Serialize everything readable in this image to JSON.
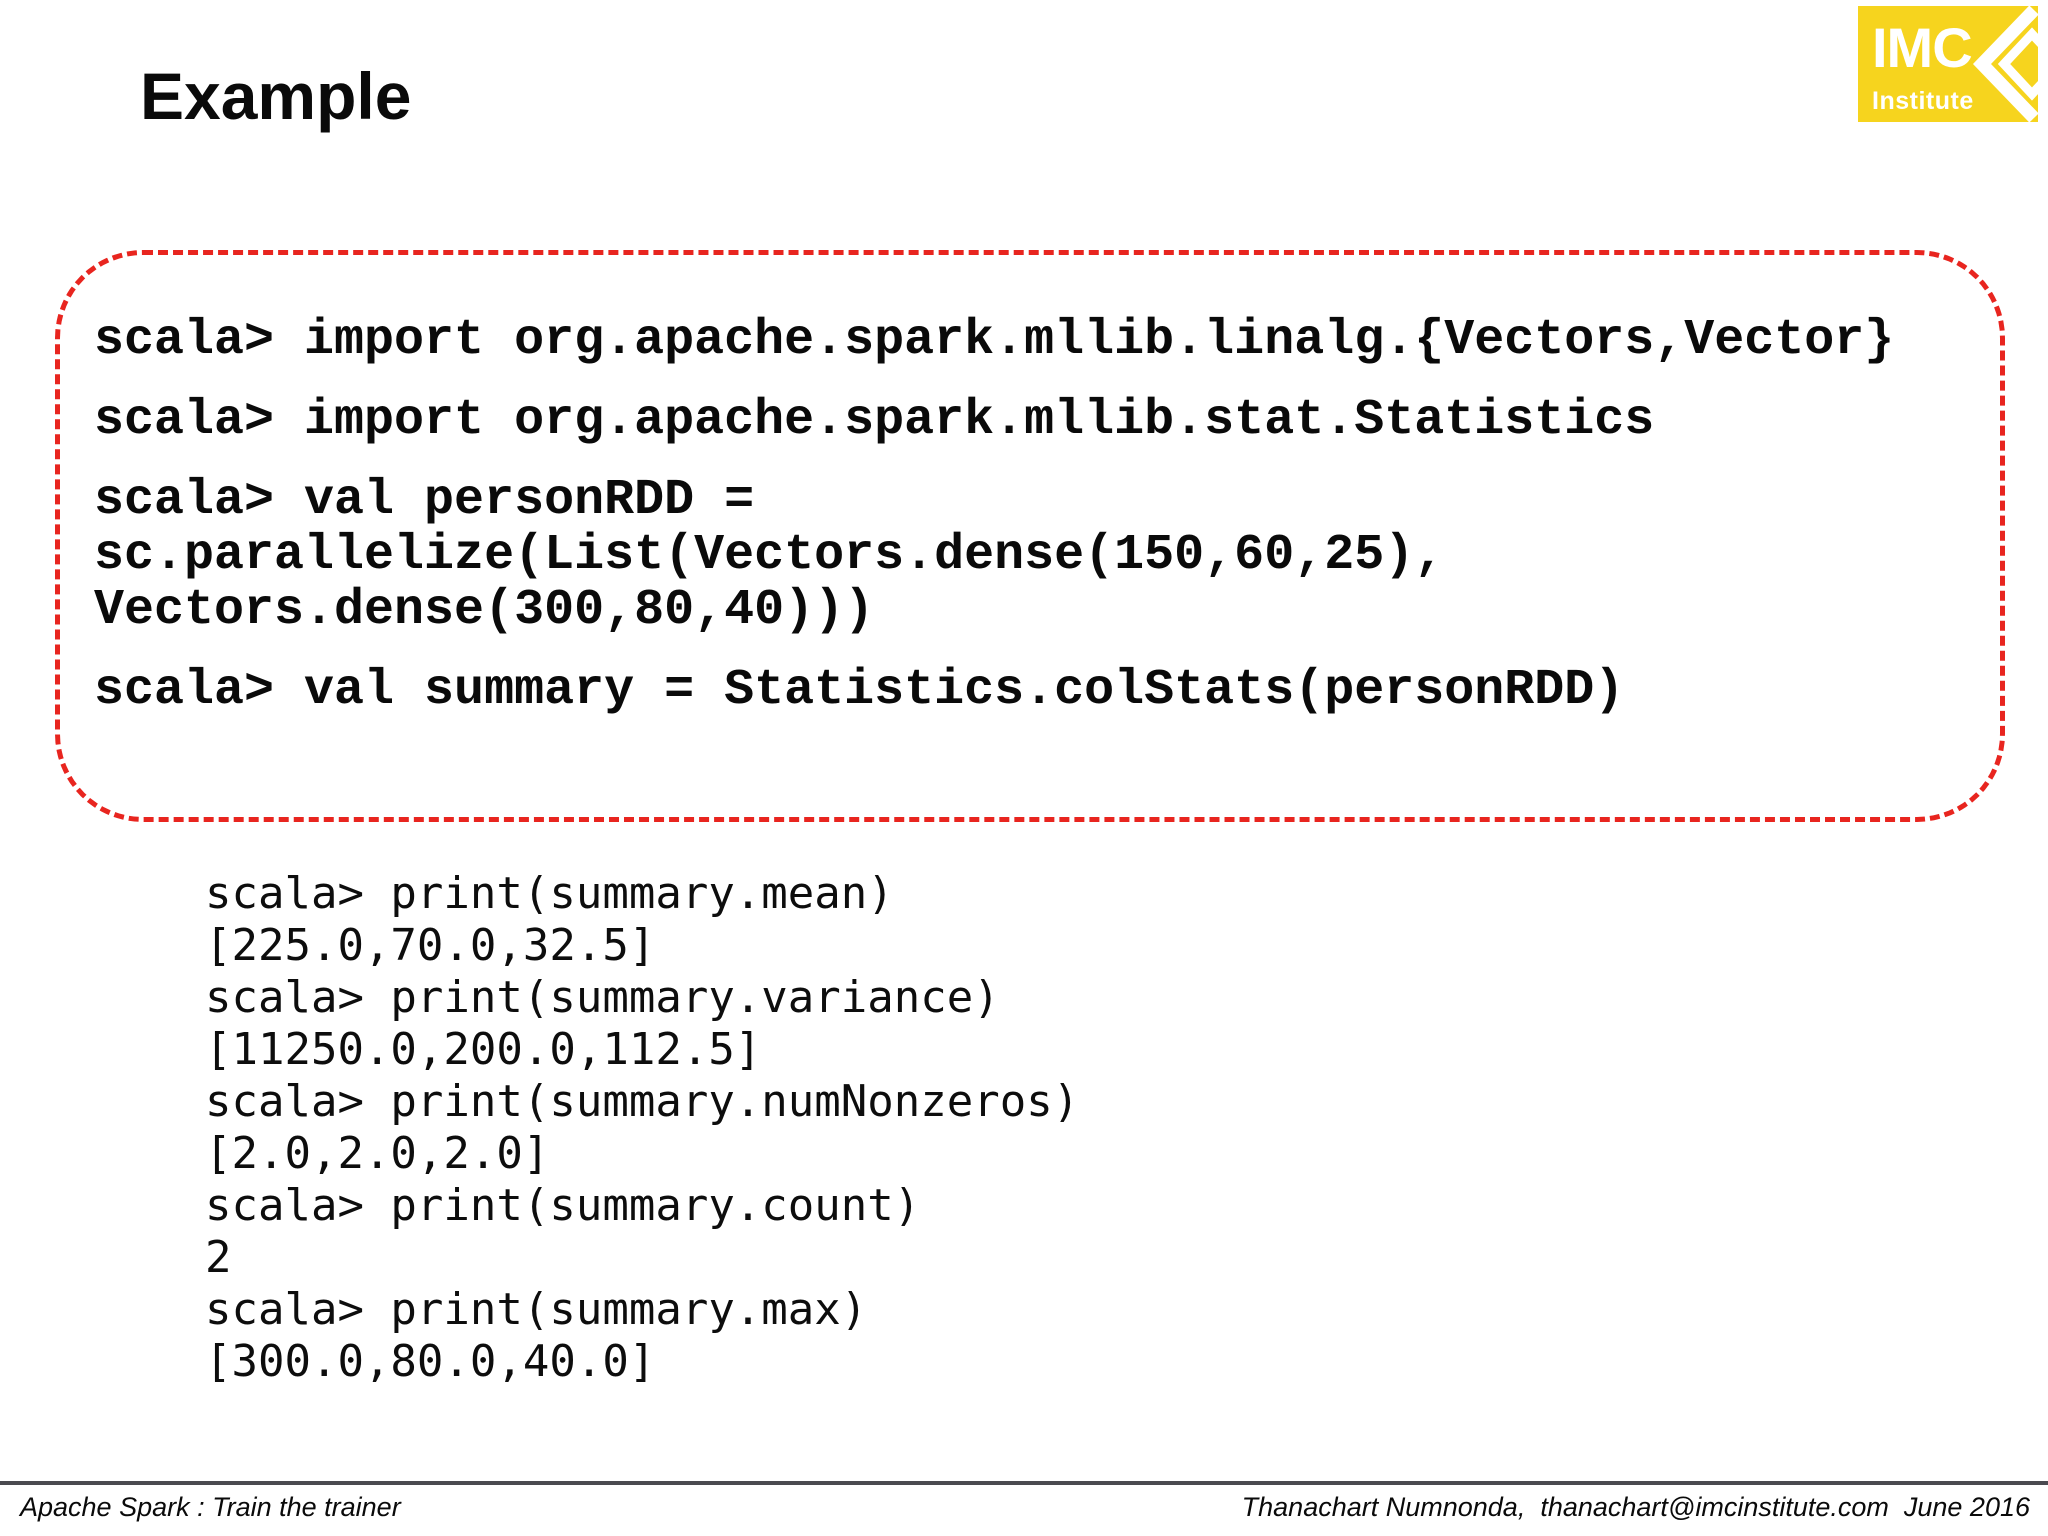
{
  "slide": {
    "title": "Example",
    "logo": {
      "name": "IMC",
      "subtitle": "Institute",
      "bg_color": "#F6D41E",
      "chevron_icon": "left-chevron"
    },
    "code_box": {
      "border_color": "#E8251F",
      "lines": [
        "scala> import org.apache.spark.mllib.linalg.{Vectors,Vector}",
        "scala> import org.apache.spark.mllib.stat.Statistics",
        "scala> val personRDD =\nsc.parallelize(List(Vectors.dense(150,60,25),\nVectors.dense(300,80,40)))",
        "scala> val summary = Statistics.colStats(personRDD)"
      ]
    },
    "terminal_output": {
      "lines": [
        "scala> print(summary.mean)",
        "[225.0,70.0,32.5]",
        "scala> print(summary.variance)",
        "[11250.0,200.0,112.5]",
        "scala> print(summary.numNonzeros)",
        "[2.0,2.0,2.0]",
        "scala> print(summary.count)",
        "2",
        "scala> print(summary.max)",
        "[300.0,80.0,40.0]"
      ]
    },
    "footer": {
      "left": "Apache Spark : Train the trainer",
      "right": "Thanachart Numnonda,  thanachart@imcinstitute.com  June 2016"
    }
  }
}
